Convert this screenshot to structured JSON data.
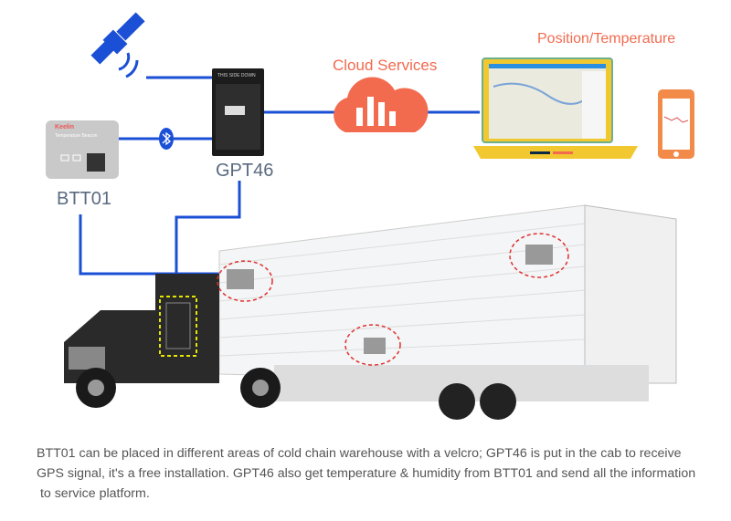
{
  "labels": {
    "btt01": "BTT01",
    "gpt46": "GPT46",
    "cloud": "Cloud Services",
    "position": "Position/Temperature"
  },
  "beacon": {
    "brand": "Keelin",
    "subtitle": "Temperature Beacon"
  },
  "device": {
    "marking": "THIS SIDE DOWN"
  },
  "caption": [
    "BTT01 can be placed in different areas of cold chain warehouse with a velcro; GPT46 is put in the cab to receive",
    "GPS signal, it's a free installation. GPT46 also get temperature & humidity from BTT01 and send all the information",
    " to service platform."
  ],
  "colors": {
    "line": "#1a4fd6",
    "accent": "#f26b4f",
    "laptop": "#f2c830"
  }
}
